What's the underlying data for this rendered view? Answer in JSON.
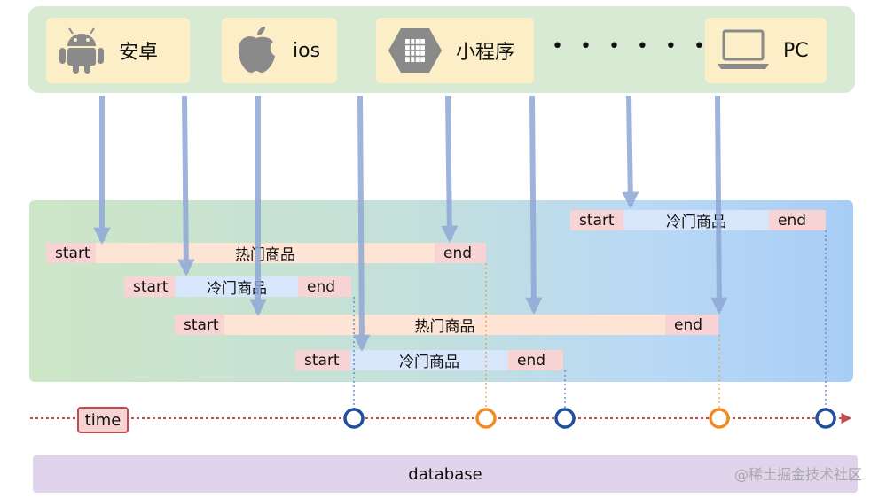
{
  "clients": [
    {
      "label": "安卓",
      "icon": "android-icon"
    },
    {
      "label": "ios",
      "icon": "apple-icon"
    },
    {
      "label": "小程序",
      "icon": "mini-program-icon"
    },
    {
      "label": "PC",
      "icon": "laptop-icon"
    }
  ],
  "ellipsis": "• • • • • • •",
  "bars": [
    {
      "start": "start",
      "middle": "热门商品",
      "end": "end",
      "kind": "hot"
    },
    {
      "start": "start",
      "middle": "冷门商品",
      "end": "end",
      "kind": "cold"
    },
    {
      "start": "start",
      "middle": "热门商品",
      "end": "end",
      "kind": "hot"
    },
    {
      "start": "start",
      "middle": "冷门商品",
      "end": "end",
      "kind": "cold"
    },
    {
      "start": "start",
      "middle": "冷门商品",
      "end": "end",
      "kind": "cold"
    }
  ],
  "timeline": {
    "label": "time"
  },
  "database": {
    "label": "database"
  },
  "watermark": "@稀土掘金技术社区",
  "colors": {
    "arrow": "#8fa8d6",
    "timeline": "#c44b4b",
    "event_blue": "#1f4e9c",
    "event_orange": "#f08a24",
    "leader_blue": "#5a7fc4",
    "leader_orange": "#e5a23c"
  }
}
